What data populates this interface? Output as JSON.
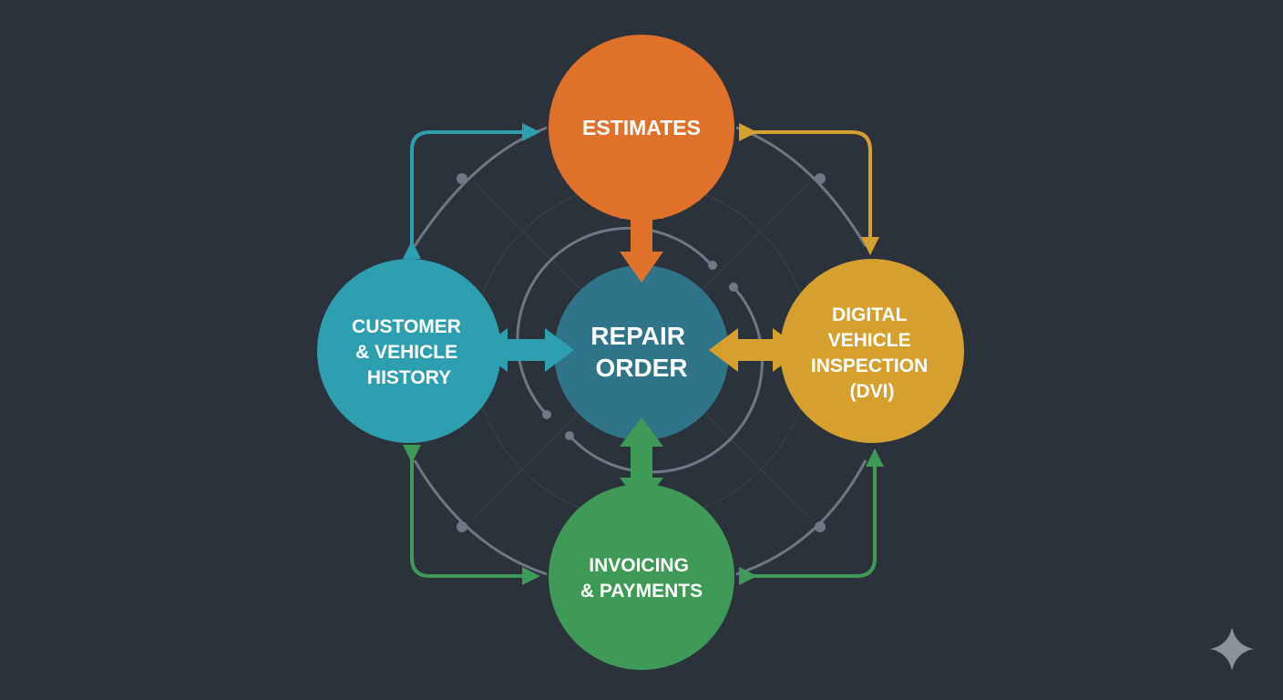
{
  "nodes": {
    "estimates": {
      "lines": [
        "ESTIMATES"
      ],
      "color": "#e0712b"
    },
    "customer": {
      "lines": [
        "CUSTOMER",
        "& VEHICLE",
        "HISTORY"
      ],
      "color": "#2e9fb0"
    },
    "repair_order": {
      "lines": [
        "REPAIR",
        "ORDER"
      ],
      "color": "#2f7488"
    },
    "dvi": {
      "lines": [
        "DIGITAL",
        "VEHICLE",
        "INSPECTION",
        "(DVI)"
      ],
      "color": "#d5a02e"
    },
    "invoicing": {
      "lines": [
        "INVOICING",
        "& PAYMENTS"
      ],
      "color": "#3f9a57"
    }
  },
  "colors": {
    "background": "#2b323b",
    "connector_gray": "#6f7884",
    "grid_faint": "#3a424c"
  },
  "decor": {
    "corner_icon": "sparkle-icon"
  }
}
